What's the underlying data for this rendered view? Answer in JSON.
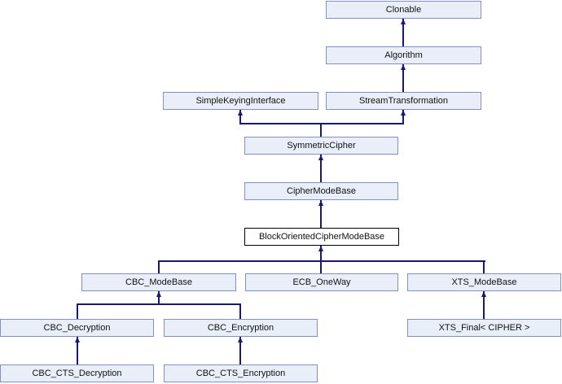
{
  "diagram": {
    "type": "class-inheritance-graph",
    "nodes": [
      {
        "id": "clonable",
        "label": "Clonable",
        "highlighted": false
      },
      {
        "id": "algorithm",
        "label": "Algorithm",
        "highlighted": false
      },
      {
        "id": "simplekeying",
        "label": "SimpleKeyingInterface",
        "highlighted": false
      },
      {
        "id": "streamtransform",
        "label": "StreamTransformation",
        "highlighted": false
      },
      {
        "id": "symmetriccipher",
        "label": "SymmetricCipher",
        "highlighted": false
      },
      {
        "id": "ciphermodebase",
        "label": "CipherModeBase",
        "highlighted": false
      },
      {
        "id": "blockoriented",
        "label": "BlockOrientedCipherModeBase",
        "highlighted": true
      },
      {
        "id": "cbc-modebase",
        "label": "CBC_ModeBase",
        "highlighted": false
      },
      {
        "id": "ecb-oneway",
        "label": "ECB_OneWay",
        "highlighted": false
      },
      {
        "id": "xts-modebase",
        "label": "XTS_ModeBase",
        "highlighted": false
      },
      {
        "id": "cbc-decryption",
        "label": "CBC_Decryption",
        "highlighted": false
      },
      {
        "id": "cbc-encryption",
        "label": "CBC_Encryption",
        "highlighted": false
      },
      {
        "id": "xts-final",
        "label": "XTS_Final< CIPHER >",
        "highlighted": false
      },
      {
        "id": "cbc-cts-decryption",
        "label": "CBC_CTS_Decryption",
        "highlighted": false
      },
      {
        "id": "cbc-cts-encryption",
        "label": "CBC_CTS_Encryption",
        "highlighted": false
      }
    ],
    "edges": [
      {
        "child": "Algorithm",
        "parent": "Clonable"
      },
      {
        "child": "StreamTransformation",
        "parent": "Algorithm"
      },
      {
        "child": "SymmetricCipher",
        "parent": "SimpleKeyingInterface"
      },
      {
        "child": "SymmetricCipher",
        "parent": "StreamTransformation"
      },
      {
        "child": "CipherModeBase",
        "parent": "SymmetricCipher"
      },
      {
        "child": "BlockOrientedCipherModeBase",
        "parent": "CipherModeBase"
      },
      {
        "child": "CBC_ModeBase",
        "parent": "BlockOrientedCipherModeBase"
      },
      {
        "child": "ECB_OneWay",
        "parent": "BlockOrientedCipherModeBase"
      },
      {
        "child": "XTS_ModeBase",
        "parent": "BlockOrientedCipherModeBase"
      },
      {
        "child": "CBC_Decryption",
        "parent": "CBC_ModeBase"
      },
      {
        "child": "CBC_Encryption",
        "parent": "CBC_ModeBase"
      },
      {
        "child": "XTS_Final< CIPHER >",
        "parent": "XTS_ModeBase"
      },
      {
        "child": "CBC_CTS_Decryption",
        "parent": "CBC_Decryption"
      },
      {
        "child": "CBC_CTS_Encryption",
        "parent": "CBC_Encryption"
      }
    ],
    "colors": {
      "node_fill": "#e9eef8",
      "node_border": "#8391c2",
      "highlight_fill": "#ffffff",
      "highlight_border": "#000000",
      "edge_line": "#191970",
      "text": "#111111",
      "background": "#ffffff"
    }
  }
}
